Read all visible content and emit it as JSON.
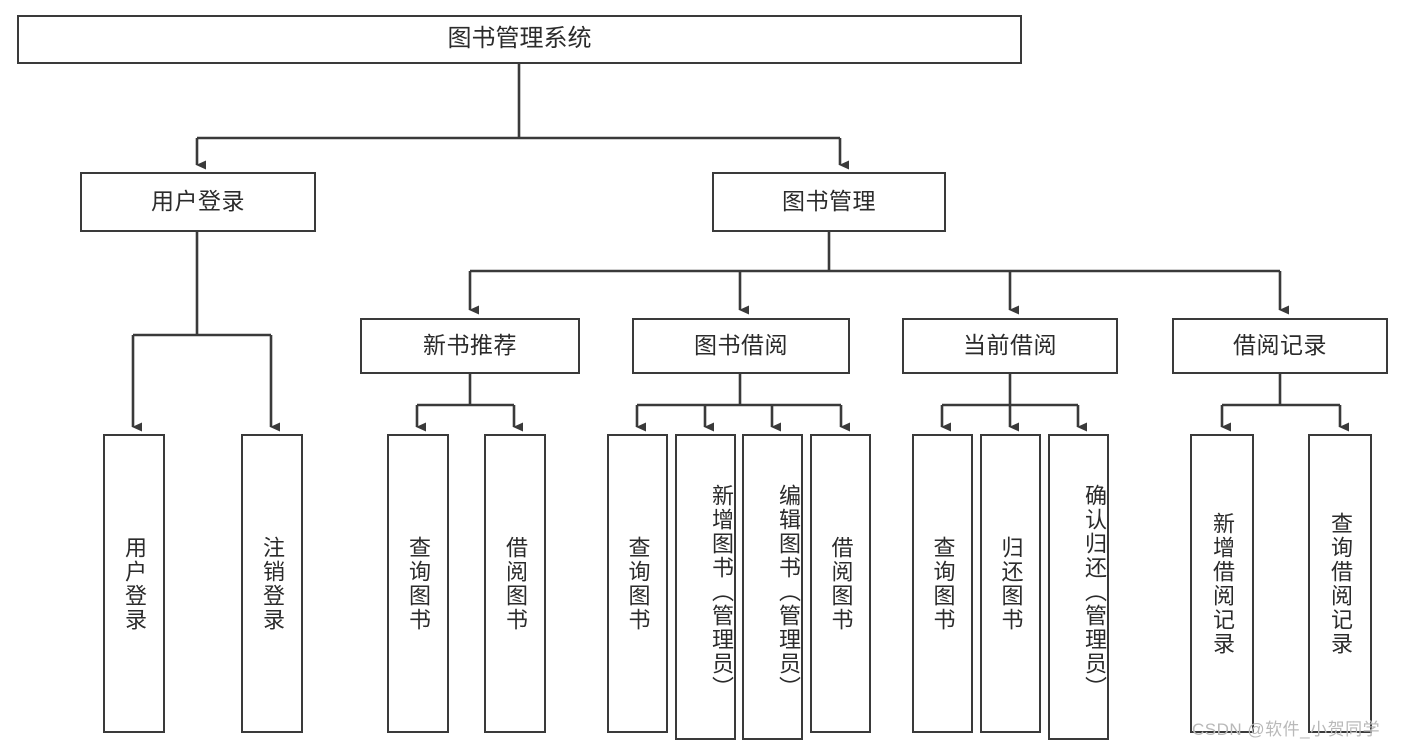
{
  "diagram": {
    "title": "图书管理系统",
    "type": "tree-hierarchy-diagram",
    "background_color": "#ffffff",
    "border_color": "#3a3a3a",
    "text_color": "#2b2b2b",
    "levels": [
      {
        "level": 1,
        "nodes": [
          {
            "id": "root",
            "label": "图书管理系统",
            "orientation": "horizontal"
          }
        ]
      },
      {
        "level": 2,
        "nodes": [
          {
            "id": "user-login",
            "label": "用户登录",
            "orientation": "horizontal"
          },
          {
            "id": "book-manage",
            "label": "图书管理",
            "orientation": "horizontal"
          }
        ]
      },
      {
        "level": 3,
        "nodes": [
          {
            "id": "new-book-recommend",
            "label": "新书推荐",
            "orientation": "horizontal"
          },
          {
            "id": "book-borrow",
            "label": "图书借阅",
            "orientation": "horizontal"
          },
          {
            "id": "current-borrow",
            "label": "当前借阅",
            "orientation": "horizontal"
          },
          {
            "id": "borrow-record",
            "label": "借阅记录",
            "orientation": "horizontal"
          }
        ]
      },
      {
        "level": 4,
        "nodes": [
          {
            "id": "leaf-user-login",
            "label": "用户登录",
            "orientation": "vertical",
            "parent": "user-login"
          },
          {
            "id": "leaf-logout",
            "label": "注销登录",
            "orientation": "vertical",
            "parent": "user-login"
          },
          {
            "id": "leaf-query-book-1",
            "label": "查询图书",
            "orientation": "vertical",
            "parent": "new-book-recommend"
          },
          {
            "id": "leaf-borrow-book-1",
            "label": "借阅图书",
            "orientation": "vertical",
            "parent": "new-book-recommend"
          },
          {
            "id": "leaf-query-book-2",
            "label": "查询图书",
            "orientation": "vertical",
            "parent": "book-borrow"
          },
          {
            "id": "leaf-add-book",
            "label": "新增图书（管理员）",
            "orientation": "vertical",
            "parent": "book-borrow"
          },
          {
            "id": "leaf-edit-book",
            "label": "编辑图书（管理员）",
            "orientation": "vertical",
            "parent": "book-borrow"
          },
          {
            "id": "leaf-borrow-book-2",
            "label": "借阅图书",
            "orientation": "vertical",
            "parent": "book-borrow"
          },
          {
            "id": "leaf-query-book-3",
            "label": "查询图书",
            "orientation": "vertical",
            "parent": "current-borrow"
          },
          {
            "id": "leaf-return-book",
            "label": "归还图书",
            "orientation": "vertical",
            "parent": "current-borrow"
          },
          {
            "id": "leaf-confirm-return",
            "label": "确认归还（管理员）",
            "orientation": "vertical",
            "parent": "current-borrow"
          },
          {
            "id": "leaf-add-record",
            "label": "新增借阅记录",
            "orientation": "vertical",
            "parent": "borrow-record"
          },
          {
            "id": "leaf-query-record",
            "label": "查询借阅记录",
            "orientation": "vertical",
            "parent": "borrow-record"
          }
        ]
      }
    ]
  },
  "watermark": {
    "text": "CSDN @软件_小贺同学"
  }
}
